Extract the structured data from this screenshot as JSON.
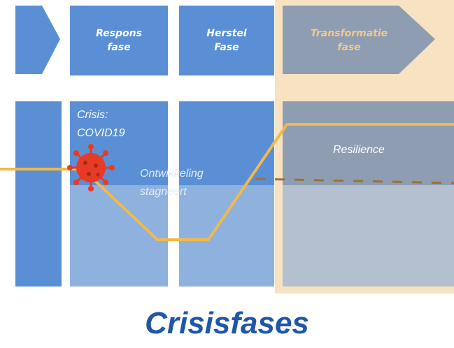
{
  "phases": {
    "respons": "Respons\nfase",
    "herstel": "Herstel\nFase",
    "transformatie": "Transformatie\nfase"
  },
  "annotations": {
    "crisis": "Crisis:\nCOVID19",
    "stagnation": "Ontwikkeling\nstagneert",
    "resilience": "Resilience"
  },
  "title": "Crisisfases",
  "colors": {
    "phase_blue": "#5a8fd6",
    "transformation_grey": "#8e9db2",
    "transformation_background": "#f7e2c1",
    "curve": "#f2b94a",
    "virus": "#e63b24",
    "title": "#1f56a8"
  },
  "icons": [
    "covid-virus-icon"
  ]
}
